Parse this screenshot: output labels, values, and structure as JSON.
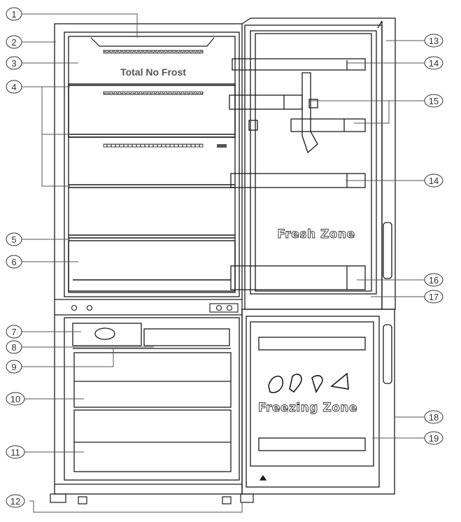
{
  "diagram": {
    "zone_labels": {
      "total_no_frost": "Total No Frost",
      "fresh_zone": "Fresh Zone",
      "freezing_zone": "Freezing Zone"
    },
    "callouts": {
      "c1": "1",
      "c2": "2",
      "c3": "3",
      "c4": "4",
      "c5": "5",
      "c6": "6",
      "c7": "7",
      "c8": "8",
      "c9": "9",
      "c10": "10",
      "c11": "11",
      "c12": "12",
      "c13": "13",
      "c14a": "14",
      "c15": "15",
      "c14b": "14",
      "c16": "16",
      "c17": "17",
      "c18": "18",
      "c19": "19"
    },
    "line_color": "#1a1a1a",
    "callout_color": "#333333"
  }
}
